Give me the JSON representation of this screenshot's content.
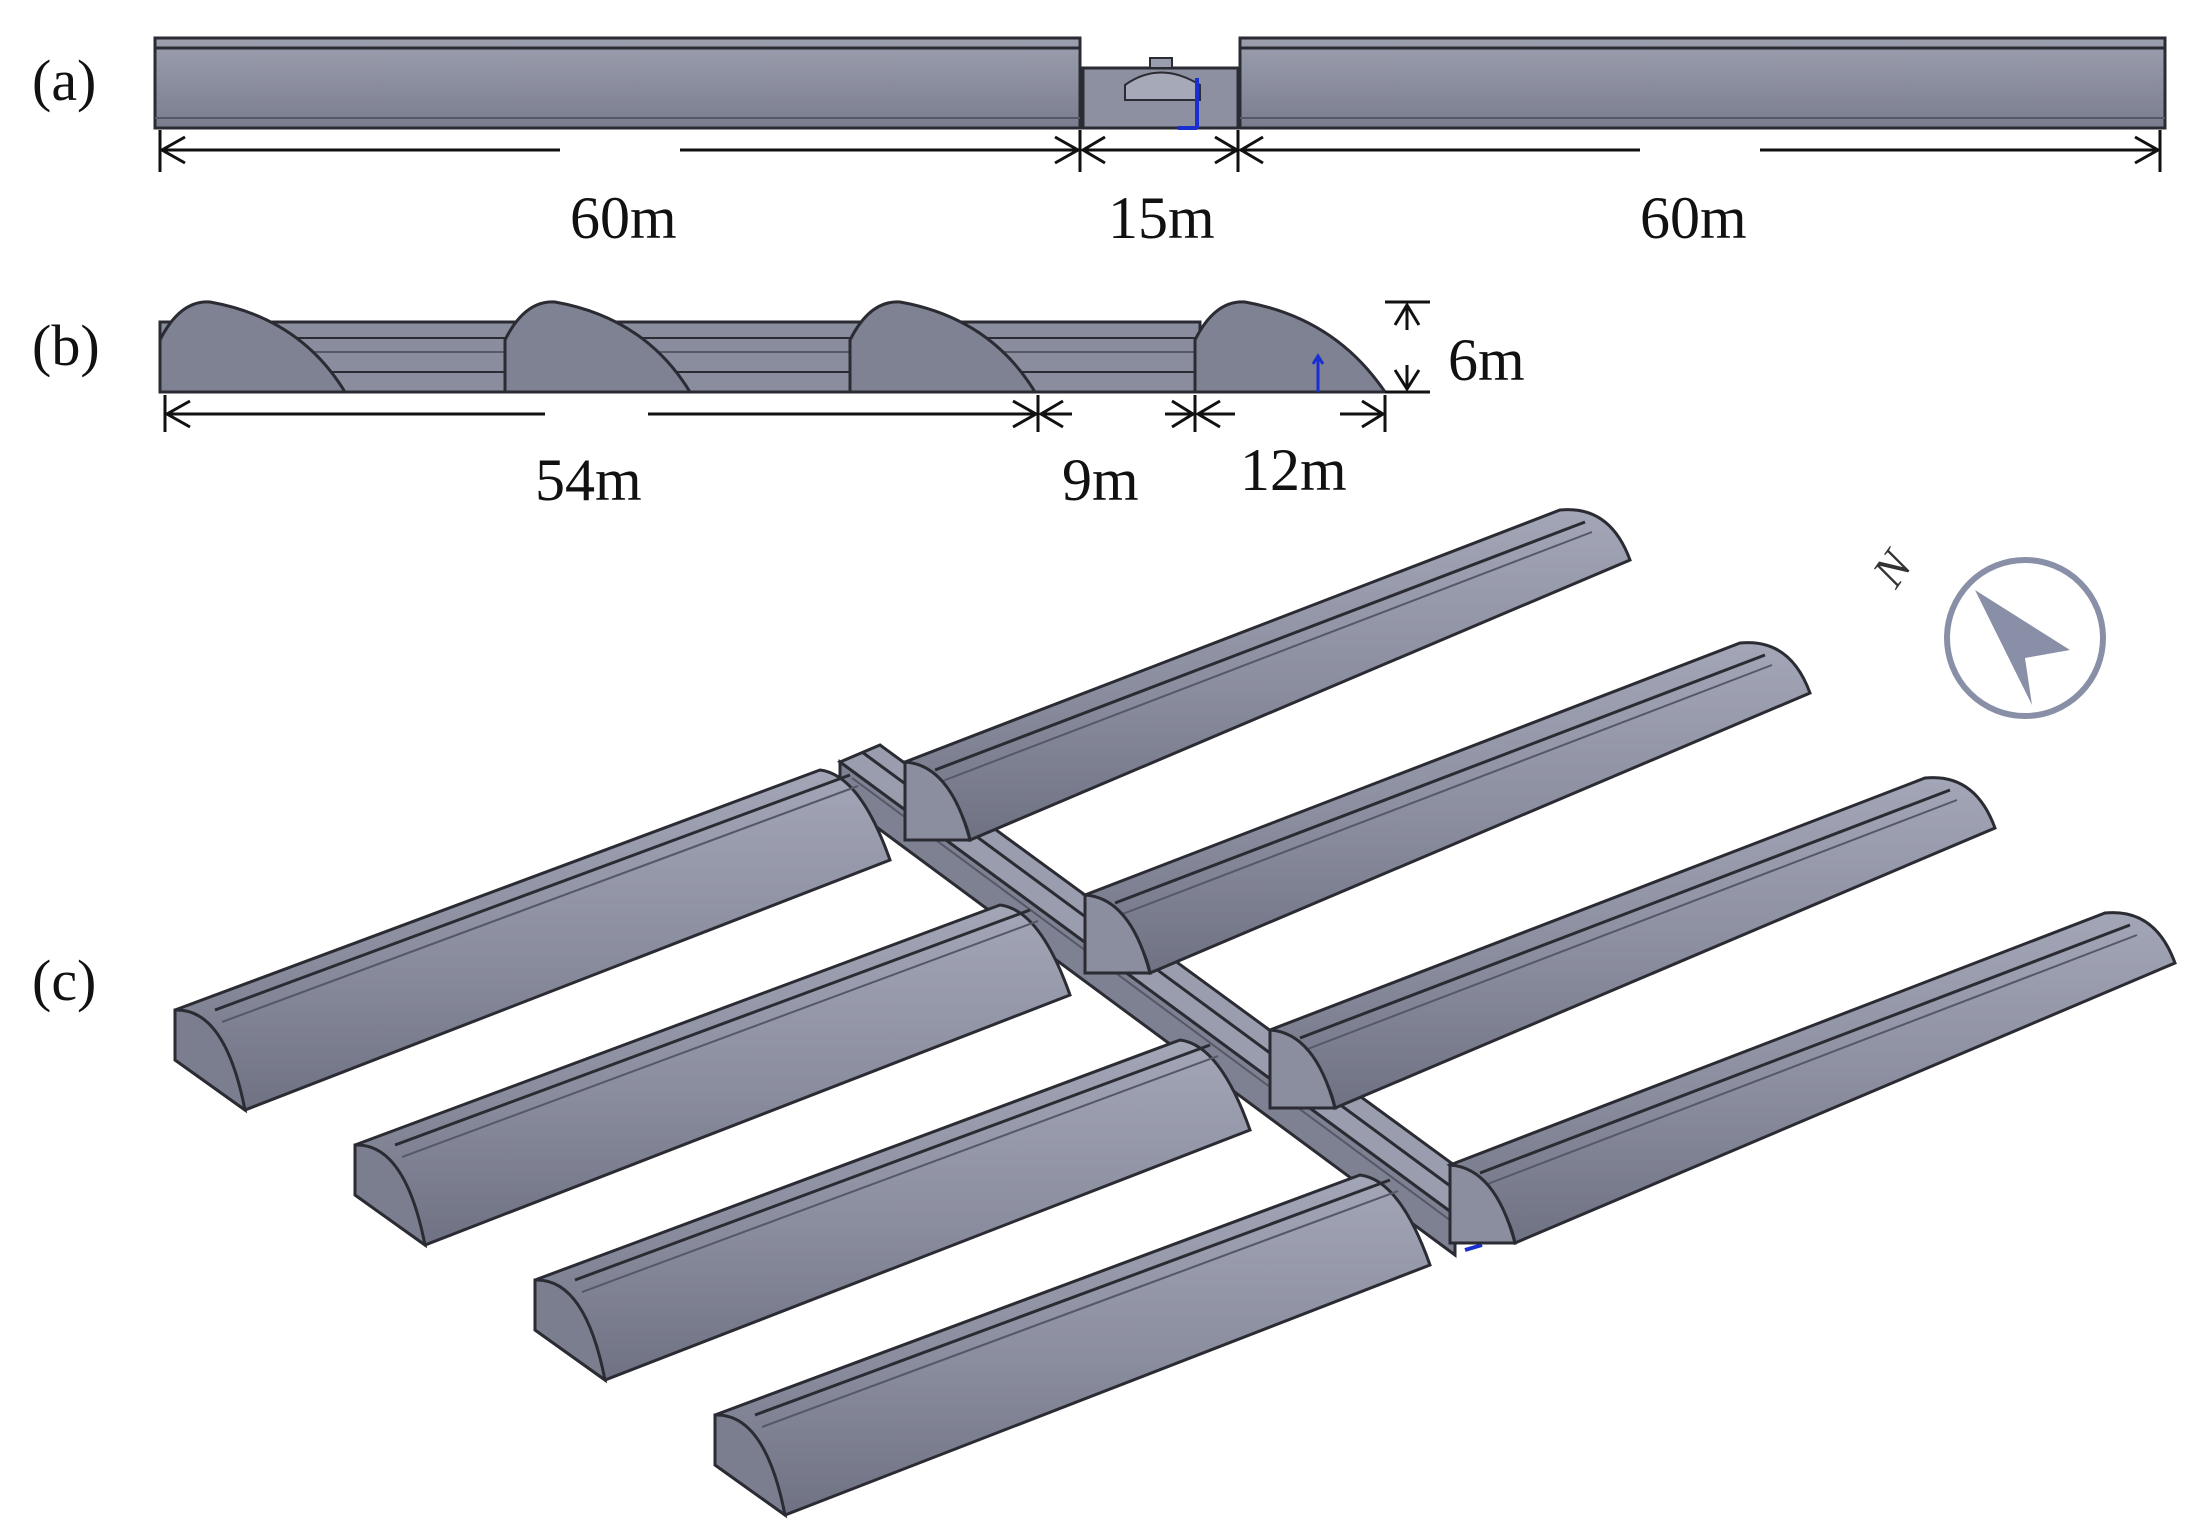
{
  "panels": [
    {
      "id": "a",
      "label": "(a)"
    },
    {
      "id": "b",
      "label": "(b)"
    },
    {
      "id": "c",
      "label": "(c)"
    }
  ],
  "dimensions_a": [
    "60m",
    "15m",
    "60m"
  ],
  "dimensions_b": [
    "54m",
    "9m",
    "12m"
  ],
  "height_b": "6m",
  "compass": {
    "label": "N"
  },
  "colors": {
    "body": "#8a8d9e",
    "body_light": "#9a9dad",
    "body_dark": "#6b6e7e",
    "face": "#777a8a",
    "edge": "#2b2b33",
    "compass": "#8a8fa8",
    "axis_marker": "#1a2fd0"
  }
}
